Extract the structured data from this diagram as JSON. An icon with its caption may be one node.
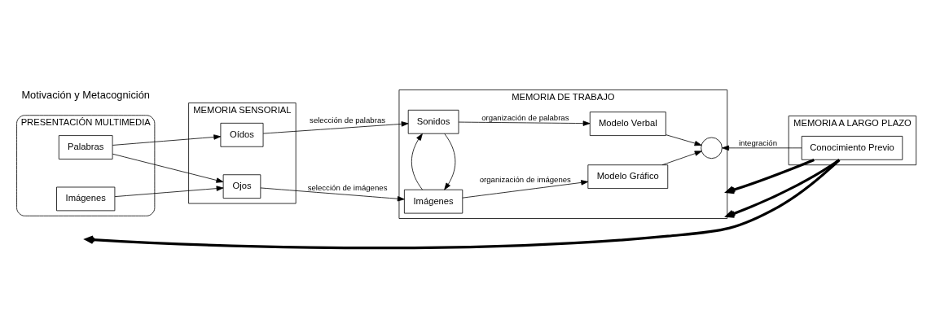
{
  "diagram": {
    "nodes": [
      {
        "text": [
          "PRESENTACIÓN MULTIMEDIA"
        ]
      },
      {
        "text": [
          "Palabras"
        ],
        "in": 0
      },
      {
        "text": [
          "Imágenes"
        ],
        "in": 0
      },
      {
        "text": [
          "MEMORIA SENSORIAL"
        ]
      },
      {
        "text": [
          "Oídos"
        ],
        "in": 3
      },
      {
        "text": [
          "Ojos"
        ],
        "in": 3
      },
      {
        "text": [
          "MEMORIA DE TRABAJO"
        ]
      },
      {
        "text": [
          "Sonidos"
        ],
        "in": 6
      },
      {
        "text": [
          "Imágenes"
        ],
        "in": 6
      },
      {
        "text": [
          "Modelo Verbal"
        ],
        "in": 6
      },
      {
        "text": [
          "Modelo Gráfico"
        ],
        "in": 6
      },
      {
        "text": [],
        "shape": "circle",
        "in": 6
      },
      {
        "text": [
          "MEMORIA A LARGO PLAZO"
        ]
      },
      {
        "text": [
          "Conocimiento Previo"
        ],
        "in": 12
      }
    ],
    "edges": [
      {
        "from": 1,
        "to": 4,
        "arrow": "to"
      },
      {
        "from": 1,
        "to": 5,
        "arrow": "to"
      },
      {
        "from": 2,
        "to": 5,
        "arrow": "to"
      },
      {
        "from": 4,
        "to": 7,
        "arrow": "to",
        "label": "selección de palabras"
      },
      {
        "from": 5,
        "to": 8,
        "arrow": "to",
        "label": "selección de imágenes"
      },
      {
        "from": 7,
        "to": 8,
        "arrow": "to"
      },
      {
        "from": 8,
        "to": 7,
        "arrow": "to"
      },
      {
        "from": 7,
        "to": 9,
        "arrow": "to",
        "label": "organización de palabras"
      },
      {
        "from": 8,
        "to": 10,
        "arrow": "to",
        "label": "organización de imágenes"
      },
      {
        "from": 9,
        "to": 11,
        "arrow": "to"
      },
      {
        "from": 10,
        "to": 11,
        "arrow": "to"
      },
      {
        "from": 13,
        "to": 11,
        "arrow": "to",
        "label": "integración"
      },
      {
        "from": 13,
        "to": null,
        "arrow": "to",
        "style": "thick"
      },
      {
        "from": 13,
        "to": 6,
        "arrow": "to",
        "style": "thick"
      },
      {
        "from": 13,
        "to": 6,
        "arrow": "to",
        "style": "thick"
      }
    ],
    "labels": [
      "Motivación y Metacognición"
    ]
  }
}
